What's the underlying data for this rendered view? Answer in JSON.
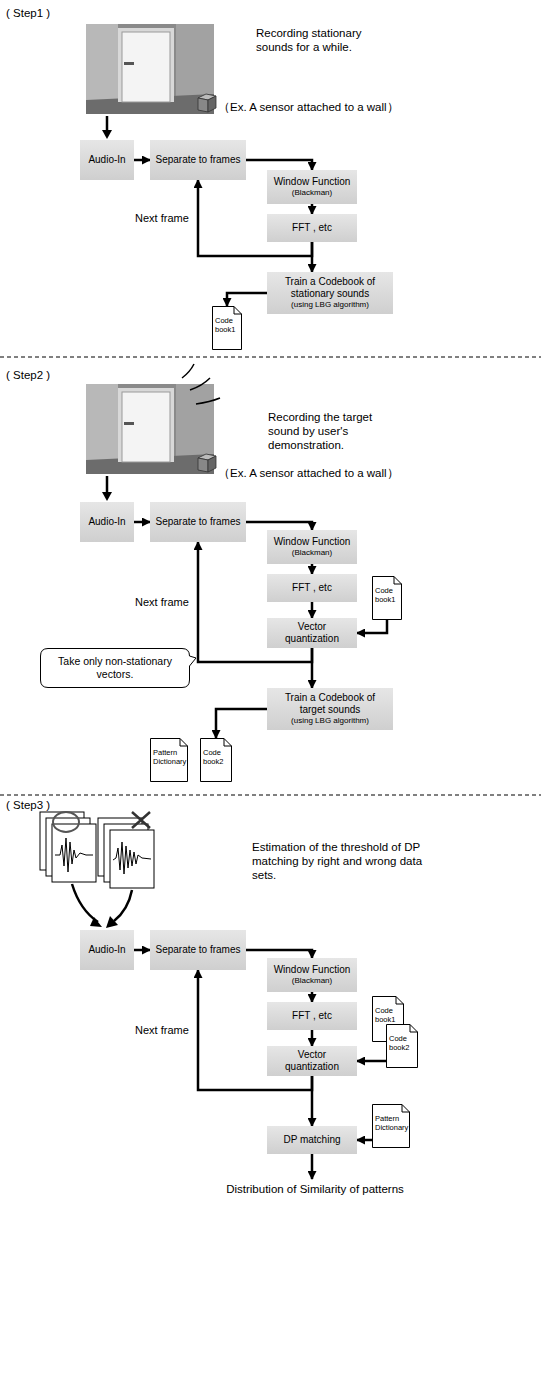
{
  "diagram": {
    "nodes": [
      {
        "text": [
          "Audio-In"
        ]
      },
      {
        "text": [
          "Separate to frames"
        ]
      },
      {
        "text": [
          "Window Function",
          "(Blackman)"
        ]
      },
      {
        "text": [
          "FFT , etc"
        ]
      },
      {
        "text": [
          "Train a Codebook of stationary sounds",
          "(using LBG algorithm)"
        ]
      },
      {
        "text": [
          "Code book1"
        ]
      },
      {
        "text": [
          "Audio-In"
        ]
      },
      {
        "text": [
          "Separate to frames"
        ]
      },
      {
        "text": [
          "Window Function",
          "(Blackman)"
        ]
      },
      {
        "text": [
          "FFT , etc"
        ]
      },
      {
        "text": [
          "Code book1"
        ]
      },
      {
        "text": [
          "Vector quantization"
        ]
      },
      {
        "text": [
          "Take only non-stationary vectors."
        ]
      },
      {
        "text": [
          "Train a Codebook of target sounds",
          "(using LBG algorithm)"
        ]
      },
      {
        "text": [
          "Pattern Dictionary"
        ]
      },
      {
        "text": [
          "Code book2"
        ]
      },
      {
        "text": [
          "Audio-In"
        ]
      },
      {
        "text": [
          "Separate to frames"
        ]
      },
      {
        "text": [
          "Window Function",
          "(Blackman)"
        ]
      },
      {
        "text": [
          "FFT , etc"
        ]
      },
      {
        "text": [
          "Code book1"
        ]
      },
      {
        "text": [
          "Code book2"
        ]
      },
      {
        "text": [
          "Vector quantization"
        ]
      },
      {
        "text": [
          "Pattern Dictionary"
        ]
      },
      {
        "text": [
          "DP matching"
        ]
      }
    ],
    "edges": [
      {
        "from": 0,
        "to": 1,
        "arrow": "to"
      },
      {
        "from": 1,
        "to": 2,
        "arrow": "to"
      },
      {
        "from": 2,
        "to": 3,
        "arrow": "to"
      },
      {
        "from": 3,
        "to": 4,
        "arrow": "to"
      },
      {
        "from": 3,
        "to": 1,
        "arrow": "to",
        "label": "Next frame"
      },
      {
        "from": 4,
        "to": 5,
        "arrow": "to"
      },
      {
        "from": 6,
        "to": 7,
        "arrow": "to"
      },
      {
        "from": 7,
        "to": 8,
        "arrow": "to"
      },
      {
        "from": 8,
        "to": 9,
        "arrow": "to"
      },
      {
        "from": 9,
        "to": 11,
        "arrow": "to"
      },
      {
        "from": 10,
        "to": 11,
        "arrow": "to"
      },
      {
        "from": 11,
        "to": 13,
        "arrow": "to"
      },
      {
        "from": 11,
        "to": 7,
        "arrow": "to",
        "label": "Next frame"
      },
      {
        "from": 13,
        "to": 15,
        "arrow": "to"
      },
      {
        "from": 16,
        "to": 17,
        "arrow": "to"
      },
      {
        "from": 17,
        "to": 18,
        "arrow": "to"
      },
      {
        "from": 18,
        "to": 19,
        "arrow": "to"
      },
      {
        "from": 19,
        "to": 22,
        "arrow": "to"
      },
      {
        "from": 21,
        "to": 22,
        "arrow": "to"
      },
      {
        "from": 22,
        "to": 24,
        "arrow": "to"
      },
      {
        "from": 22,
        "to": 17,
        "arrow": "to",
        "label": "Next frame"
      },
      {
        "from": 23,
        "to": 24,
        "arrow": "to"
      }
    ],
    "labels": [
      "( Step1 )",
      "Recording stationary sounds for a while.",
      "（Ex. A sensor attached to a wall）",
      "( Step2 )",
      "Recording the target sound by user's demonstration.",
      "（Ex. A sensor attached to a wall）",
      "( Step3 )",
      "Estimation of the threshold of DP matching by right and wrong data sets.",
      "Distribution of Similarity of patterns"
    ]
  }
}
